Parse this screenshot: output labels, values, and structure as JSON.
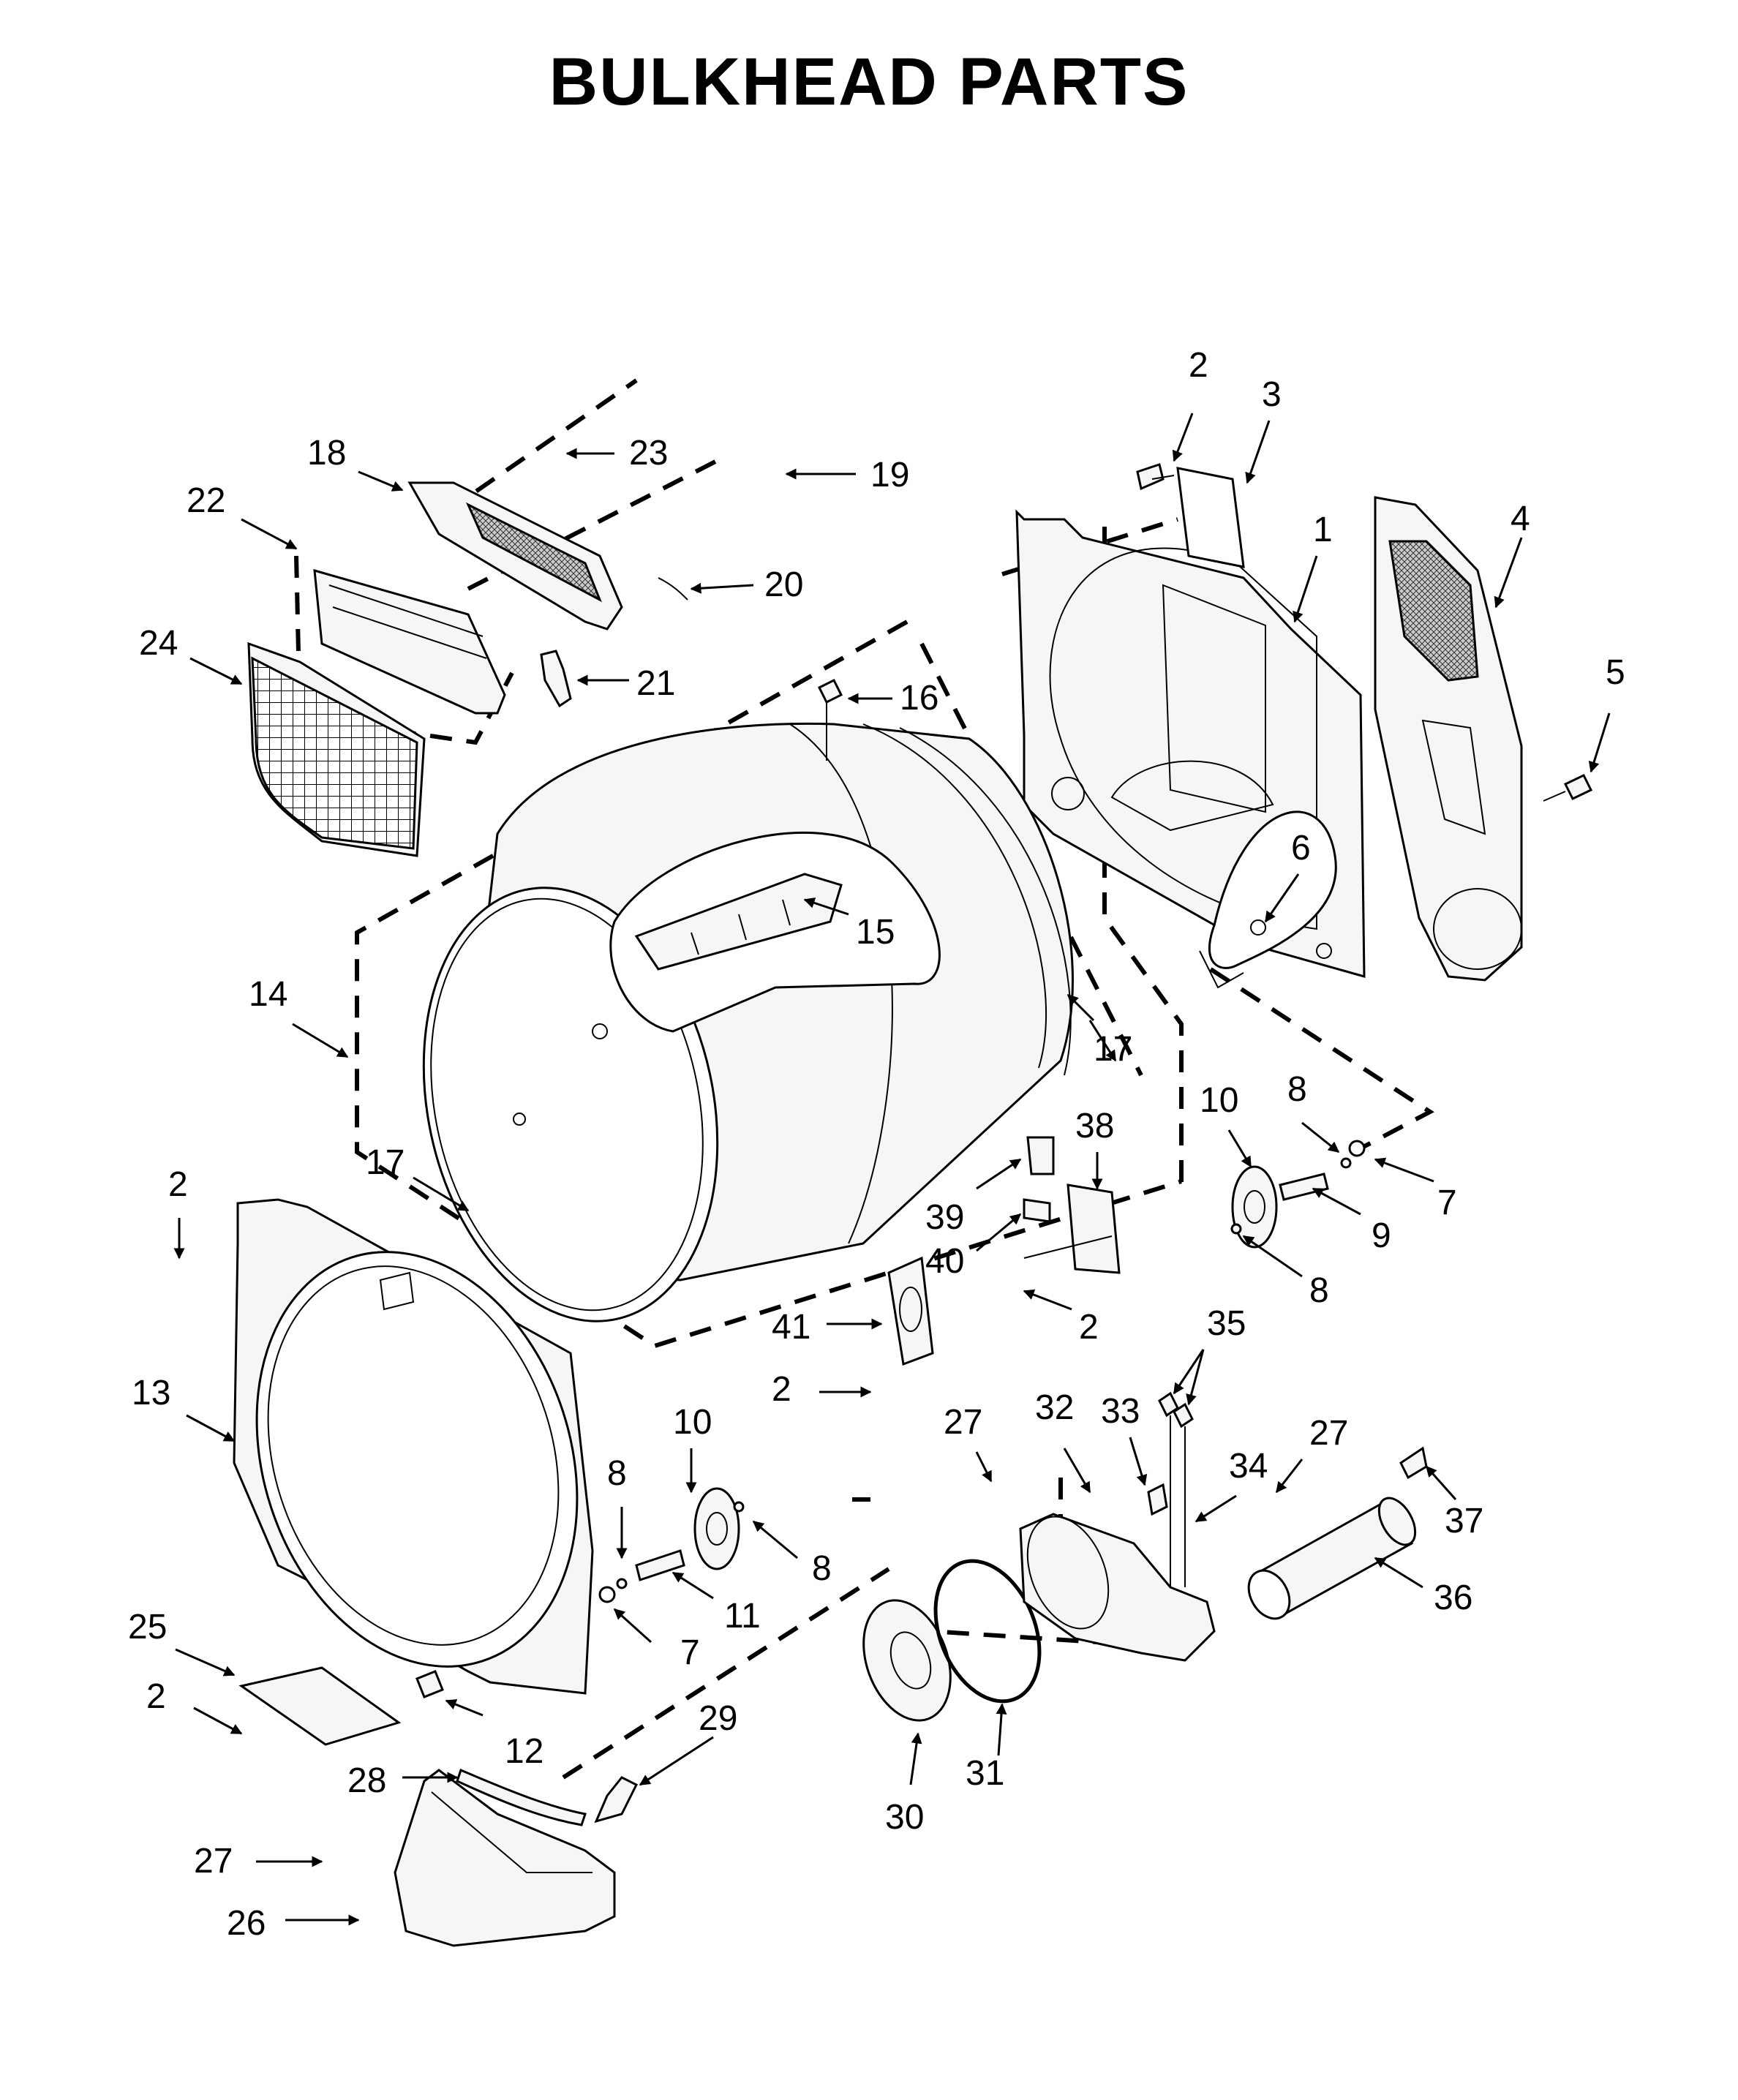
{
  "title": "BULKHEAD PARTS",
  "callouts": [
    {
      "id": "c1",
      "label": "1"
    },
    {
      "id": "c2a",
      "label": "2"
    },
    {
      "id": "c3",
      "label": "3"
    },
    {
      "id": "c4",
      "label": "4"
    },
    {
      "id": "c5",
      "label": "5"
    },
    {
      "id": "c6",
      "label": "6"
    },
    {
      "id": "c7a",
      "label": "7"
    },
    {
      "id": "c8a",
      "label": "8"
    },
    {
      "id": "c8b",
      "label": "8"
    },
    {
      "id": "c9",
      "label": "9"
    },
    {
      "id": "c10a",
      "label": "10"
    },
    {
      "id": "c17a",
      "label": "17"
    },
    {
      "id": "c38",
      "label": "38"
    },
    {
      "id": "c39",
      "label": "39"
    },
    {
      "id": "c40",
      "label": "40"
    },
    {
      "id": "c2b",
      "label": "2"
    },
    {
      "id": "c41",
      "label": "41"
    },
    {
      "id": "c2c",
      "label": "2"
    },
    {
      "id": "c18",
      "label": "18"
    },
    {
      "id": "c23",
      "label": "23"
    },
    {
      "id": "c19",
      "label": "19"
    },
    {
      "id": "c22",
      "label": "22"
    },
    {
      "id": "c20",
      "label": "20"
    },
    {
      "id": "c24",
      "label": "24"
    },
    {
      "id": "c21",
      "label": "21"
    },
    {
      "id": "c16",
      "label": "16"
    },
    {
      "id": "c15",
      "label": "15"
    },
    {
      "id": "c14",
      "label": "14"
    },
    {
      "id": "c17b",
      "label": "17"
    },
    {
      "id": "c2d",
      "label": "2"
    },
    {
      "id": "c13",
      "label": "13"
    },
    {
      "id": "c10b",
      "label": "10"
    },
    {
      "id": "c8c",
      "label": "8"
    },
    {
      "id": "c8d",
      "label": "8"
    },
    {
      "id": "c11",
      "label": "11"
    },
    {
      "id": "c7b",
      "label": "7"
    },
    {
      "id": "c12",
      "label": "12"
    },
    {
      "id": "c25",
      "label": "25"
    },
    {
      "id": "c2e",
      "label": "2"
    },
    {
      "id": "c28",
      "label": "28"
    },
    {
      "id": "c29",
      "label": "29"
    },
    {
      "id": "c27a",
      "label": "27"
    },
    {
      "id": "c26",
      "label": "26"
    },
    {
      "id": "c30",
      "label": "30"
    },
    {
      "id": "c31",
      "label": "31"
    },
    {
      "id": "c27b",
      "label": "27"
    },
    {
      "id": "c32",
      "label": "32"
    },
    {
      "id": "c33",
      "label": "33"
    },
    {
      "id": "c35",
      "label": "35"
    },
    {
      "id": "c34",
      "label": "34"
    },
    {
      "id": "c27c",
      "label": "27"
    },
    {
      "id": "c37",
      "label": "37"
    },
    {
      "id": "c36",
      "label": "36"
    }
  ]
}
